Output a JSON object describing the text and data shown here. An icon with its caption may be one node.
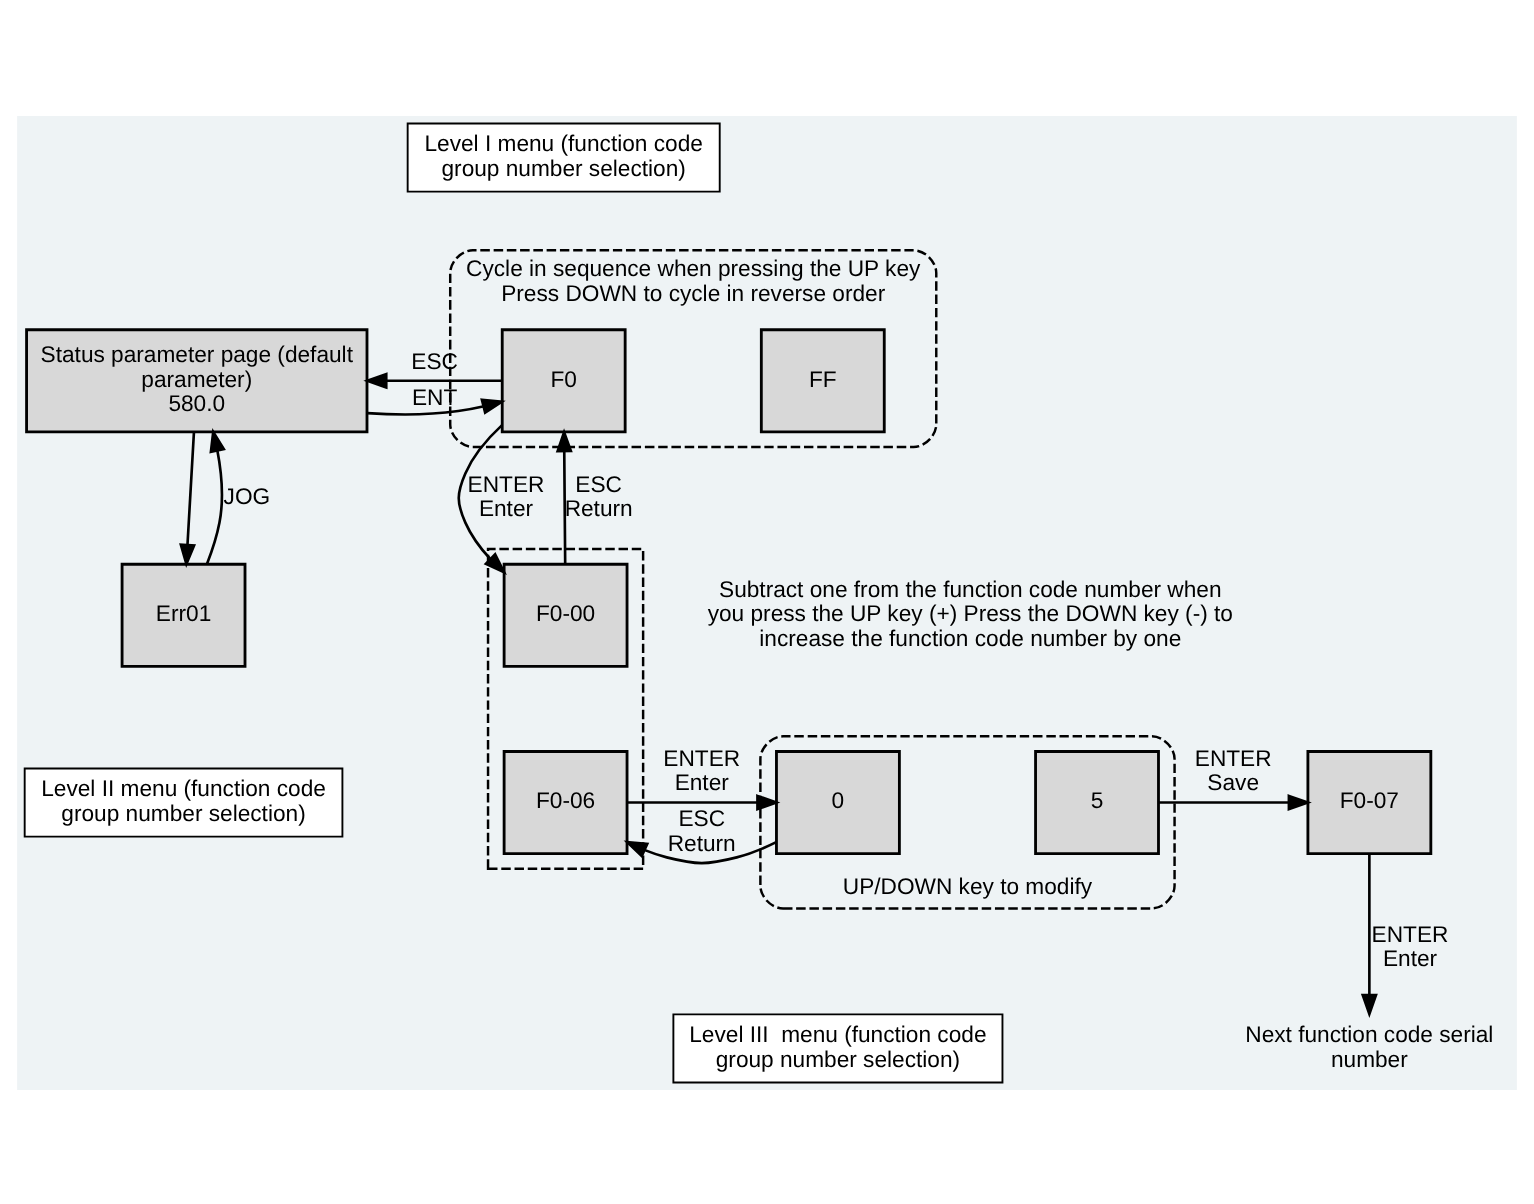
{
  "diagram": {
    "nodes": [
      {
        "text": [
          "Status parameter page (default parameter)",
          "580.0"
        ]
      },
      {
        "text": [
          "Err01"
        ]
      },
      {
        "text": [
          "Level II menu (function code group number selection)"
        ]
      },
      {
        "text": [
          "Level I menu (function code group number selection)"
        ]
      },
      {
        "text": [
          "Cycle in sequence when pressing the UP key Press DOWN to cycle in reverse order"
        ]
      },
      {
        "text": [
          "F0"
        ],
        "in": 4
      },
      {
        "text": [
          "FF"
        ],
        "in": 4
      },
      {
        "text": [],
        "shape": "box"
      },
      {
        "text": [
          "F0-00"
        ],
        "in": 7
      },
      {
        "text": [
          "F0-06"
        ],
        "in": 7
      },
      {
        "text": [
          "UP/DOWN key to modify"
        ]
      },
      {
        "text": [
          "0"
        ],
        "in": 10
      },
      {
        "text": [
          "5"
        ],
        "in": 10
      },
      {
        "text": [
          "F0-07"
        ]
      },
      {
        "text": [
          "Next function code serial number"
        ]
      },
      {
        "text": [
          "Level III  menu (function code group number selection)"
        ]
      }
    ],
    "edges": [
      {
        "from": 0,
        "to": 5,
        "arrow": "to",
        "label": "ENT"
      },
      {
        "from": 5,
        "to": 0,
        "arrow": "to",
        "label": "ESC"
      },
      {
        "from": 1,
        "to": 0,
        "arrow": "to",
        "label": "JOG"
      },
      {
        "from": 0,
        "to": 1,
        "arrow": "to"
      },
      {
        "from": 8,
        "to": 5,
        "arrow": "to",
        "label": "ESC Return"
      },
      {
        "from": 5,
        "to": 8,
        "arrow": "to",
        "label": "ENTER Enter"
      },
      {
        "from": 9,
        "to": 11,
        "arrow": "to",
        "label": "ENTER Enter"
      },
      {
        "from": 11,
        "to": 9,
        "arrow": "to",
        "label": "ESC Return"
      },
      {
        "from": 12,
        "to": 13,
        "arrow": "to",
        "label": "ENTER Save"
      },
      {
        "from": 13,
        "to": 14,
        "arrow": "to",
        "label": "ENTER Enter"
      }
    ],
    "labels": [
      "Subtract one from the function code number when you press the UP key (+) Press the DOWN key (-) to increase the function code number by one"
    ]
  }
}
